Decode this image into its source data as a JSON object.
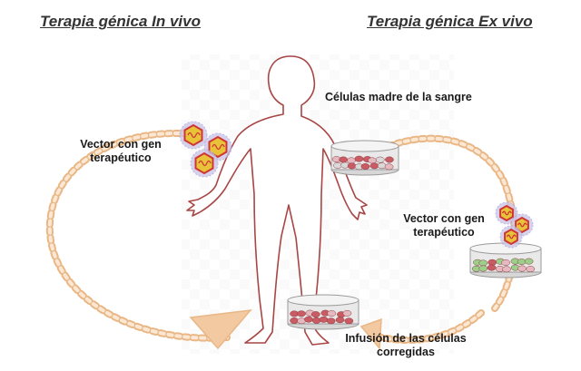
{
  "titles": {
    "in_vivo": "Terapia génica In vivo",
    "ex_vivo": "Terapia génica Ex vivo"
  },
  "labels": {
    "stem_cells": "Células madre de la sangre",
    "vector_left_line1": "Vector con gen",
    "vector_left_line2": "terapéutico",
    "vector_right_line1": "Vector con gen",
    "vector_right_line2": "terapéutico",
    "infusion_line1": "Infusión de las células",
    "infusion_line2": "corregidas"
  },
  "colors": {
    "arrow": "#f2c9a0",
    "arrow_stroke": "#e9b785",
    "body_outline": "#a84545",
    "vector_shell": "#c9c3e6",
    "vector_core": "#e8c33a",
    "vector_edge": "#d03535",
    "cell_red": "#c95b63",
    "cell_pink": "#e6b8bf",
    "cell_green": "#9ccf8a",
    "dish": "#e9e9e9"
  },
  "icons": [
    "viral-vector-icon",
    "petri-dish-icon",
    "human-silhouette-icon",
    "cycle-arrow-icon"
  ]
}
